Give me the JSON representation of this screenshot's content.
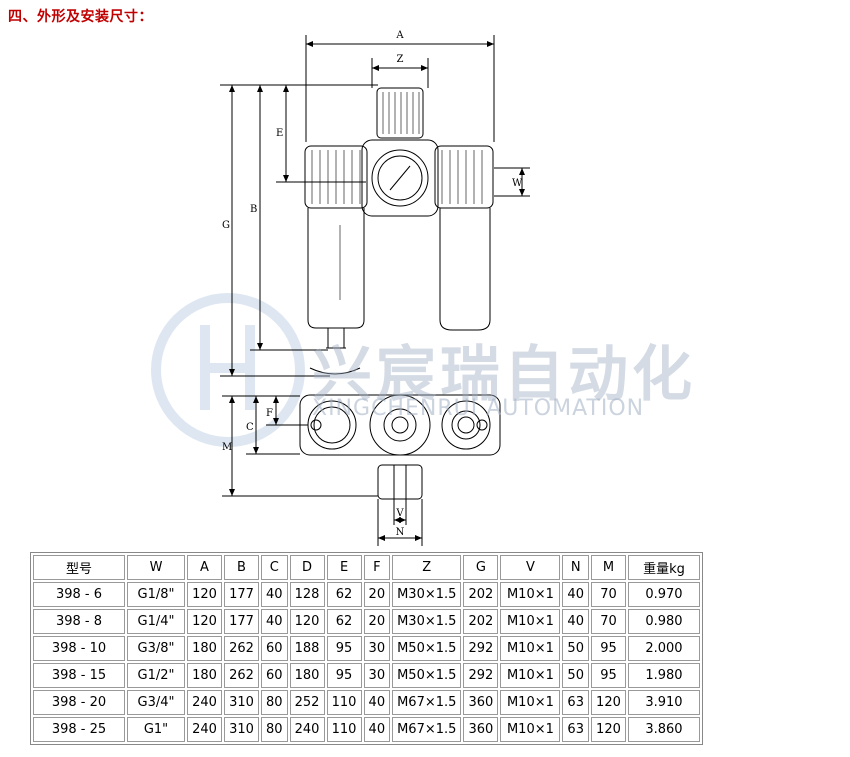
{
  "heading": "四、外形及安装尺寸：",
  "watermark": {
    "cn": "兴宸瑞自动化",
    "en": "XINGCHENRUI AUTOMATION"
  },
  "drawing_labels": {
    "A": "A",
    "Z": "Z",
    "E": "E",
    "B": "B",
    "G": "G",
    "W": "W",
    "C": "C",
    "F": "F",
    "M": "M",
    "V": "V",
    "N": "N"
  },
  "table": {
    "headers": [
      "型号",
      "W",
      "A",
      "B",
      "C",
      "D",
      "E",
      "F",
      "Z",
      "G",
      "V",
      "N",
      "M",
      "重量kg"
    ],
    "rows": [
      [
        "398 - 6",
        "G1/8\"",
        "120",
        "177",
        "40",
        "128",
        "62",
        "20",
        "M30×1.5",
        "202",
        "M10×1",
        "40",
        "70",
        "0.970"
      ],
      [
        "398 - 8",
        "G1/4\"",
        "120",
        "177",
        "40",
        "120",
        "62",
        "20",
        "M30×1.5",
        "202",
        "M10×1",
        "40",
        "70",
        "0.980"
      ],
      [
        "398 - 10",
        "G3/8\"",
        "180",
        "262",
        "60",
        "188",
        "95",
        "30",
        "M50×1.5",
        "292",
        "M10×1",
        "50",
        "95",
        "2.000"
      ],
      [
        "398 - 15",
        "G1/2\"",
        "180",
        "262",
        "60",
        "180",
        "95",
        "30",
        "M50×1.5",
        "292",
        "M10×1",
        "50",
        "95",
        "1.980"
      ],
      [
        "398 - 20",
        "G3/4\"",
        "240",
        "310",
        "80",
        "252",
        "110",
        "40",
        "M67×1.5",
        "360",
        "M10×1",
        "63",
        "120",
        "3.910"
      ],
      [
        "398 - 25",
        "G1\"",
        "240",
        "310",
        "80",
        "240",
        "110",
        "40",
        "M67×1.5",
        "360",
        "M10×1",
        "63",
        "120",
        "3.860"
      ]
    ]
  }
}
